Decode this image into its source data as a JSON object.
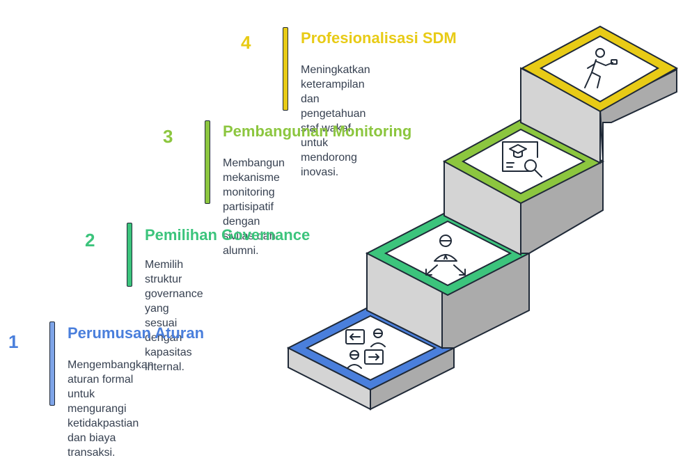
{
  "steps": [
    {
      "number": "1",
      "title": "Perumusan Aturan",
      "desc": [
        "Mengembangkan aturan formal",
        "untuk mengurangi ketidakpastian",
        "dan biaya transaksi."
      ],
      "color": "#4a7fdc",
      "icon": "negotiation-people-icon"
    },
    {
      "number": "2",
      "title": "Pemilihan Governance",
      "desc": [
        "Memilih struktur governance yang",
        "sesuai dengan kapasitas internal."
      ],
      "color": "#3cc47c",
      "icon": "person-decision-arrows-icon"
    },
    {
      "number": "3",
      "title": "Pembangunan Monitoring",
      "desc": [
        "Membangun mekanisme",
        "monitoring partisipatif dengan",
        "sivitas dan alumni."
      ],
      "color": "#8cc63f",
      "icon": "monitoring-education-icon"
    },
    {
      "number": "4",
      "title": "Profesionalisasi SDM",
      "desc": [
        "Meningkatkan keterampilan dan",
        "pengetahuan staf wakaf untuk",
        "mendorong inovasi."
      ],
      "color": "#e8cb16",
      "icon": "professional-running-icon"
    }
  ]
}
